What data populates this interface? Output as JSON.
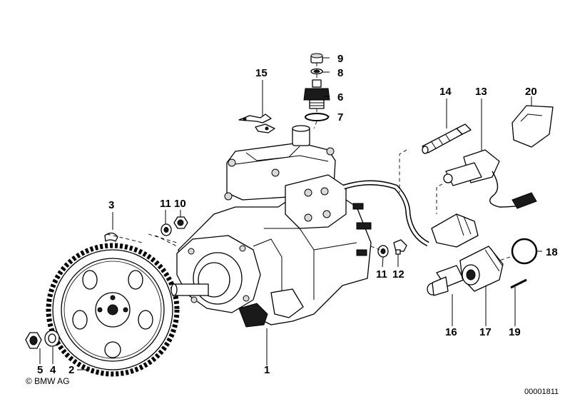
{
  "diagram": {
    "copyright": "© BMW AG",
    "image_number": "00001811",
    "callouts": {
      "c1": "1",
      "c2": "2",
      "c3": "3",
      "c4": "4",
      "c5": "5",
      "c6": "6",
      "c7": "7",
      "c8": "8",
      "c9": "9",
      "c10": "10",
      "c11a": "11",
      "c11b": "11",
      "c12": "12",
      "c13": "13",
      "c14": "14",
      "c15": "15",
      "c16": "16",
      "c17": "17",
      "c18": "18",
      "c19": "19",
      "c20": "20"
    }
  }
}
